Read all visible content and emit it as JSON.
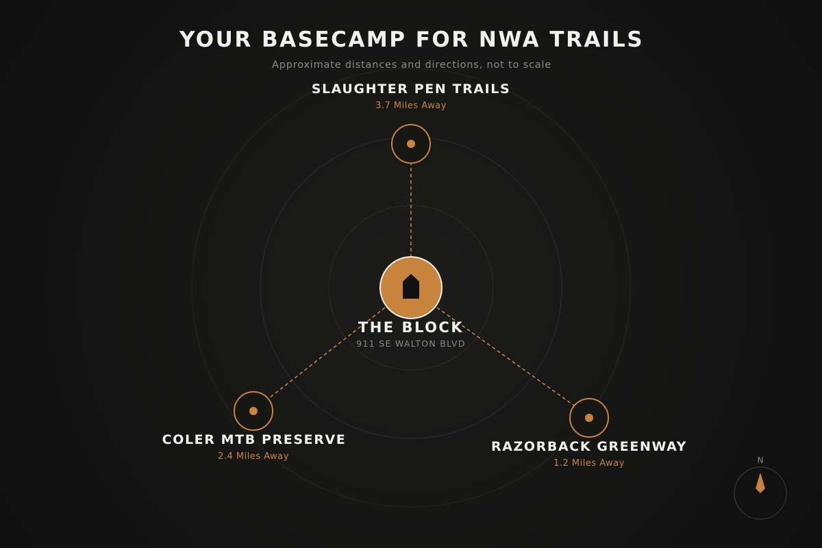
{
  "header": {
    "title": "YOUR BASECAMP FOR NWA TRAILS",
    "subtitle": "Approximate distances and directions, not to scale"
  },
  "basecamp": {
    "name": "THE BLOCK",
    "address": "911 SE WALTON BLVD",
    "icon": "house-icon"
  },
  "destinations": [
    {
      "name": "SLAUGHTER PEN TRAILS",
      "distance": "3.7 Miles Away",
      "direction": "north"
    },
    {
      "name": "COLER MTB PRESERVE",
      "distance": "2.4 Miles Away",
      "direction": "southwest"
    },
    {
      "name": "RAZORBACK GREENWAY",
      "distance": "1.2 Miles Away",
      "direction": "southeast"
    }
  ],
  "compass": {
    "label": "N",
    "icon": "compass-needle-icon"
  },
  "colors": {
    "accent": "#c8843d",
    "background": "#141414",
    "text": "#f2f0ec",
    "muted": "#8c8a86",
    "ring": "#2c2c2b"
  }
}
